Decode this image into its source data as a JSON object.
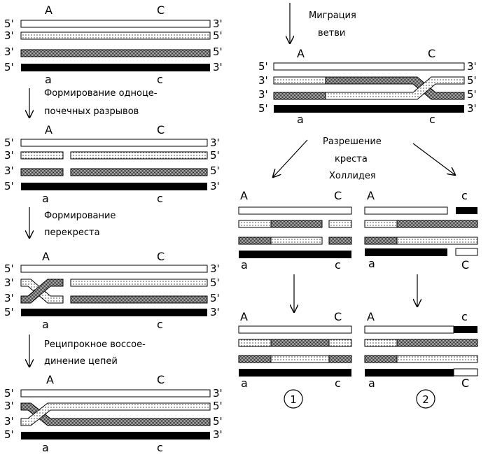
{
  "diagram": {
    "ends": {
      "five": "5'",
      "three": "3'"
    },
    "alleles": {
      "A": "A",
      "C": "C",
      "a": "a",
      "c": "c"
    },
    "steps": {
      "nicks": [
        "Формирование одноце-",
        "почечных разрывов"
      ],
      "crossover": [
        "Формирование",
        "перекреста"
      ],
      "religation": [
        "Реципрокное воссое-",
        "динение цепей"
      ],
      "migration": [
        "Миграция",
        "ветви"
      ],
      "resolution": [
        "Разрешение",
        "креста",
        "Холлидея"
      ]
    },
    "outcomes": [
      "1",
      "2"
    ]
  }
}
